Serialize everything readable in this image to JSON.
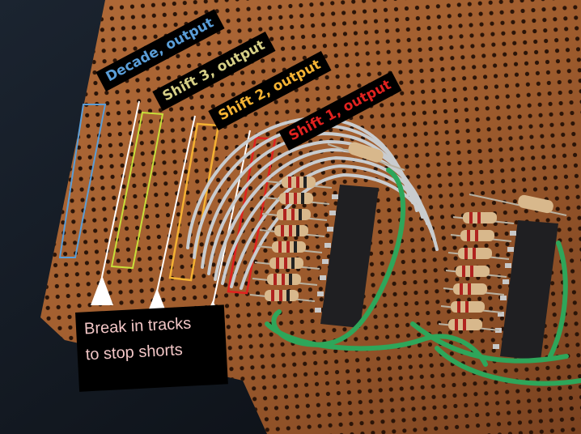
{
  "labels": {
    "decade": "Decade, output",
    "shift3": "Shift 3, output",
    "shift2": "Shift 2, output",
    "shift1": "Shift 1, output"
  },
  "note": {
    "line1": "Break in tracks",
    "line2": "to stop shorts"
  },
  "colors": {
    "decade": "#5a9ed8",
    "shift3": "#c8e03a",
    "shift2": "#f4b233",
    "shift1": "#e0221f",
    "board": "#9a5a2c",
    "note_text": "#f2c6c6"
  },
  "icons": [
    "break-marker-triangle-icon"
  ]
}
